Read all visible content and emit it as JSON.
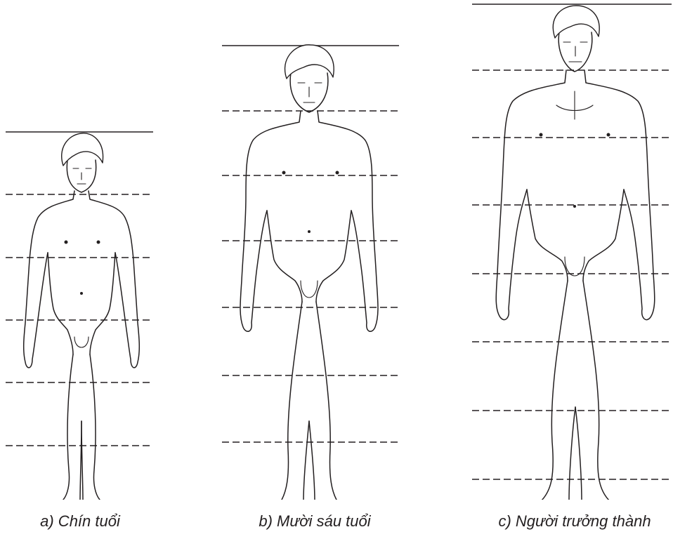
{
  "figures": [
    {
      "id": "a",
      "caption": "a) Chín tuổi"
    },
    {
      "id": "b",
      "caption": "b) Mười sáu tuổi"
    },
    {
      "id": "c",
      "caption": "c) Người trưởng thành"
    }
  ],
  "colors": {
    "line": "#231f20",
    "background": "#ffffff"
  }
}
